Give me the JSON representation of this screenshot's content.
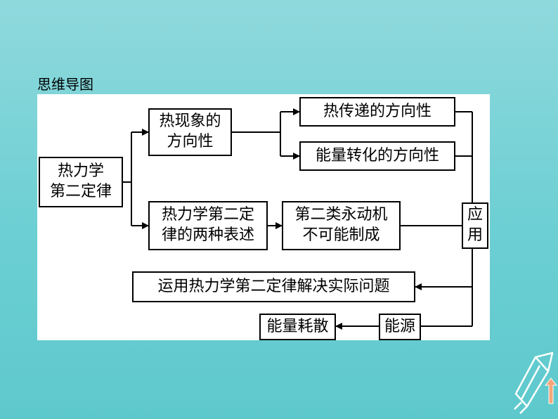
{
  "slide": {
    "title": "思维导图"
  },
  "diagram": {
    "root": "热力学\n第二定律",
    "heat_direction": "热现象的\n方向性",
    "heat_transfer": "热传递的方向性",
    "energy_conversion": "能量转化的方向性",
    "two_statements": "热力学第二定\n律的两种表述",
    "perpetual_motion": "第二类永动机\n不可能制成",
    "application": "应\n用",
    "solve_problems": "运用热力学第二定律解决实际问题",
    "energy_source": "能源",
    "energy_dissipation": "能量耗散"
  },
  "colors": {
    "background": "#6ccfd3",
    "panel": "#ffffff",
    "stroke": "#000000"
  },
  "icons": {
    "corner": "arrow-up-icon"
  }
}
